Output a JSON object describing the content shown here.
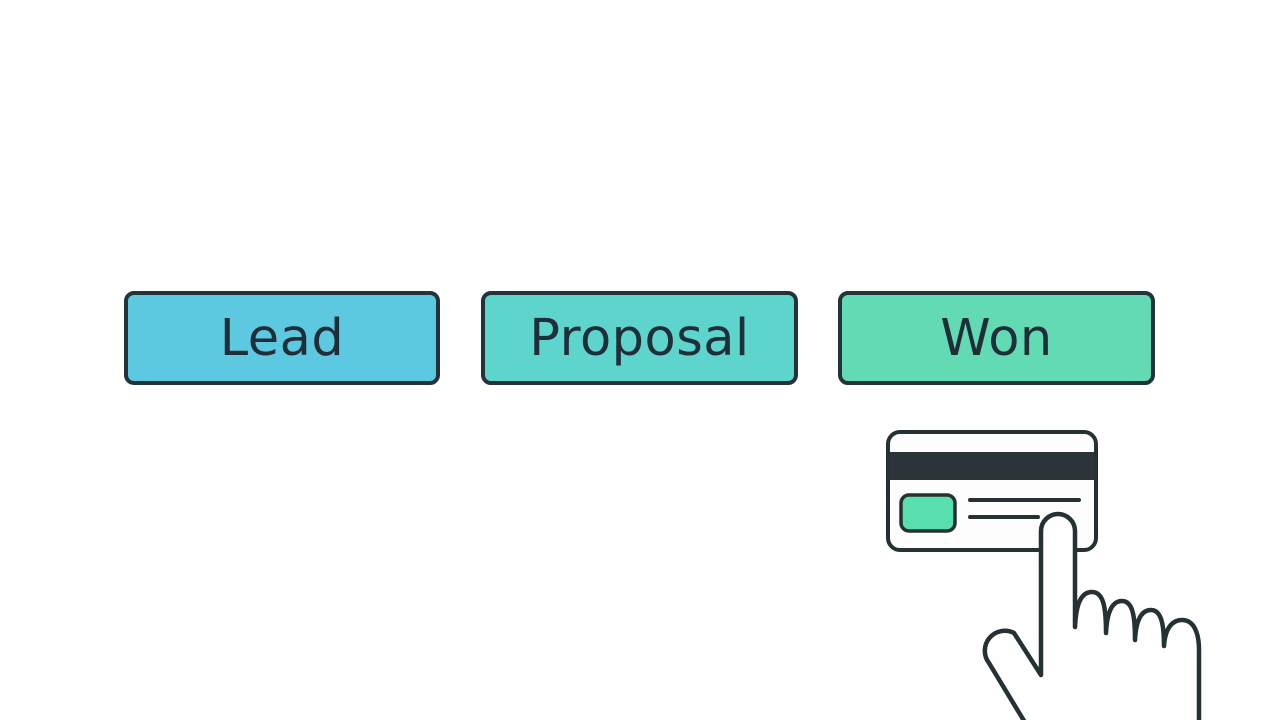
{
  "page": {
    "background": "#ffffff"
  },
  "pipeline": {
    "stages": [
      {
        "label": "Lead",
        "fill": "#5CC9E0"
      },
      {
        "label": "Proposal",
        "fill": "#5DD5CD"
      },
      {
        "label": "Won",
        "fill": "#62DBB4"
      }
    ]
  },
  "icons": {
    "credit_card": "credit-card-icon",
    "hand_cursor": "hand-cursor-icon"
  },
  "colors": {
    "outline": "#263135",
    "button_border": "#24333A",
    "text": "#202E3A",
    "card_fill": "#FDFDFD",
    "card_stripe": "#2B3438",
    "chip_fill": "#58DFAD",
    "hand_fill": "#FEFEFE"
  }
}
